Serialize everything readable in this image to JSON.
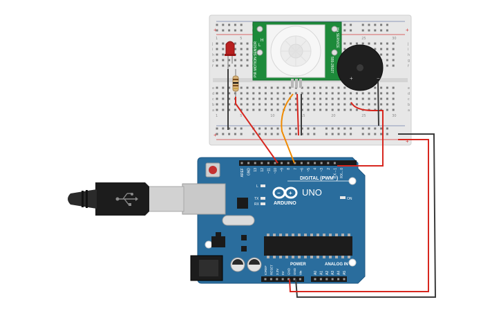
{
  "breadboard": {
    "col_numbers": [
      "1",
      "5",
      "10",
      "15",
      "20",
      "25",
      "30"
    ],
    "row_letters_top": [
      "j",
      "i",
      "h",
      "g",
      "f"
    ],
    "row_letters_bottom": [
      "e",
      "d",
      "c",
      "b",
      "a"
    ]
  },
  "pir": {
    "text_side": "Ha SERVICE",
    "text_left": "PIR MOTION SENSOR",
    "text_right": "555-28027",
    "letter_h": "H",
    "letter_l": "L"
  },
  "arduino": {
    "brand": "ARDUINO",
    "model": "UNO",
    "digital_label": "DIGITAL (PWM~)",
    "power_label": "POWER",
    "analog_label": "ANALOG IN",
    "on_label": "ON",
    "l_label": "L",
    "tx_label": "TX",
    "rx_label": "RX",
    "pins_top": [
      "AREF",
      "GND",
      "13",
      "12",
      "~11",
      "~10",
      "~9",
      "8",
      "7",
      "~6",
      "~5",
      "4",
      "~3",
      "2",
      "TX→1",
      "RX←0"
    ],
    "pins_power": [
      "IOREF",
      "RESET",
      "3.3V",
      "5V",
      "GND",
      "GND",
      "Vin"
    ],
    "pins_analog": [
      "A0",
      "A1",
      "A2",
      "A3",
      "A4",
      "A5"
    ]
  },
  "buzzer": {
    "plus": "+",
    "minus": "−"
  },
  "colors": {
    "breadboard": "#e6e6e6",
    "arduino_board": "#2a6d9d",
    "wire_red": "#d7261e",
    "wire_black": "#3a3a3a",
    "wire_orange": "#f08a00",
    "pir_board": "#1d8a3a"
  }
}
